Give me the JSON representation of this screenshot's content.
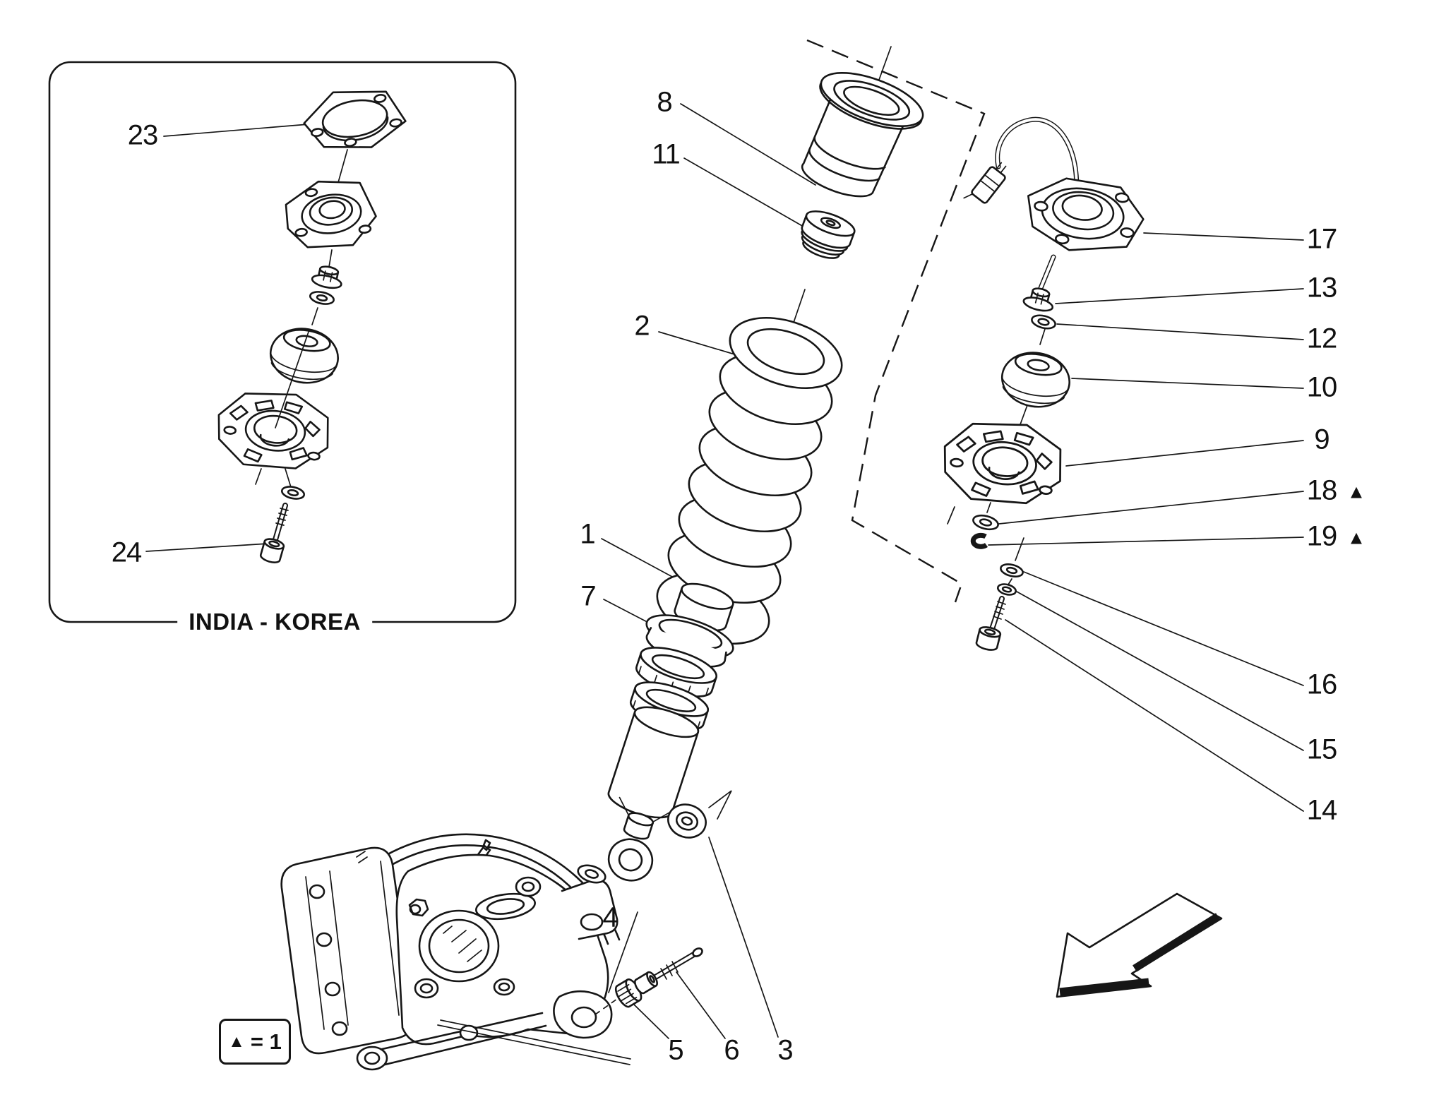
{
  "inset": {
    "region_label": "INDIA - KOREA"
  },
  "legend": {
    "symbol": "▲",
    "text": "= 1"
  },
  "callouts": {
    "n1": {
      "label": "1"
    },
    "n2": {
      "label": "2"
    },
    "n3": {
      "label": "3"
    },
    "n4": {
      "label": "4"
    },
    "n5": {
      "label": "5"
    },
    "n6": {
      "label": "6"
    },
    "n7": {
      "label": "7"
    },
    "n8": {
      "label": "8"
    },
    "n9": {
      "label": "9"
    },
    "n10": {
      "label": "10"
    },
    "n11": {
      "label": "11"
    },
    "n12": {
      "label": "12"
    },
    "n13": {
      "label": "13"
    },
    "n14": {
      "label": "14"
    },
    "n15": {
      "label": "15"
    },
    "n16": {
      "label": "16"
    },
    "n17": {
      "label": "17"
    },
    "n18": {
      "label": "18",
      "marker": "▲"
    },
    "n19": {
      "label": "19",
      "marker": "▲"
    },
    "n23": {
      "label": "23"
    },
    "n24": {
      "label": "24"
    }
  }
}
